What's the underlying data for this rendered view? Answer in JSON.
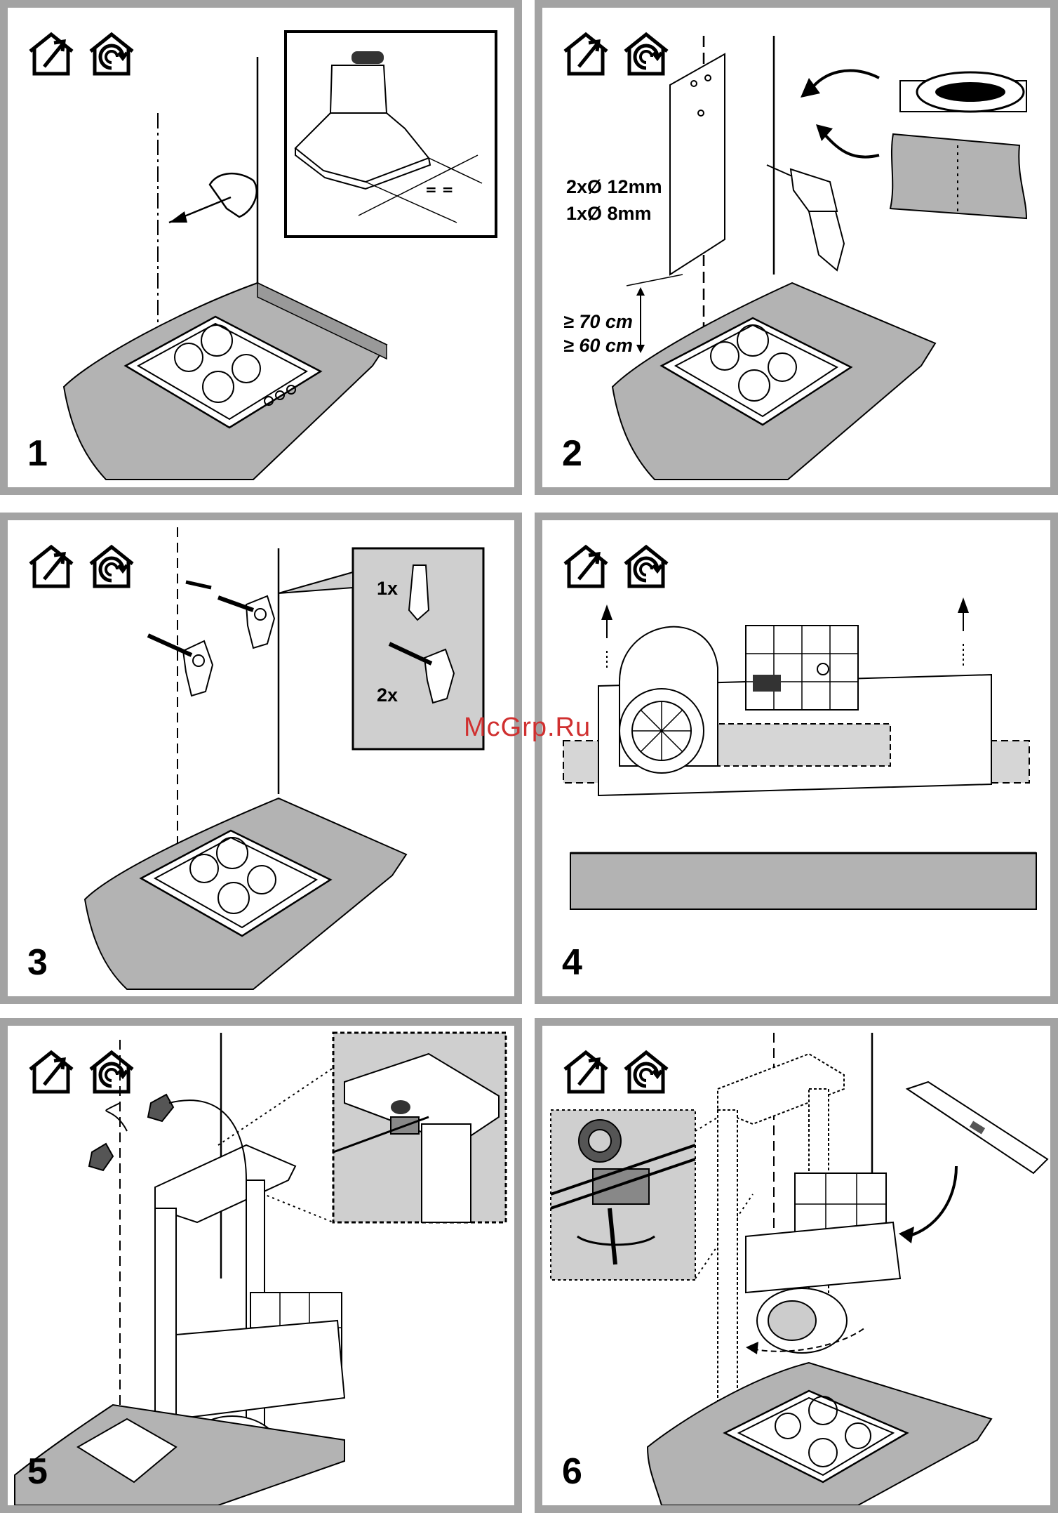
{
  "panels": [
    {
      "step": "1"
    },
    {
      "step": "2",
      "specs": [
        "2xØ 12mm",
        "1xØ 8mm"
      ],
      "distances": [
        "≥ 70 cm",
        "≥ 60 cm"
      ]
    },
    {
      "step": "3",
      "quantities": [
        "1x",
        "2x"
      ]
    },
    {
      "step": "4"
    },
    {
      "step": "5"
    },
    {
      "step": "6"
    }
  ],
  "icons": [
    "house-exhaust-icon",
    "house-recirculation-icon"
  ],
  "watermark": "McGrp.Ru",
  "colors": {
    "panel_border": "#a3a3a3",
    "countertop": "#b3b3b3",
    "watermark": "#d03030"
  }
}
